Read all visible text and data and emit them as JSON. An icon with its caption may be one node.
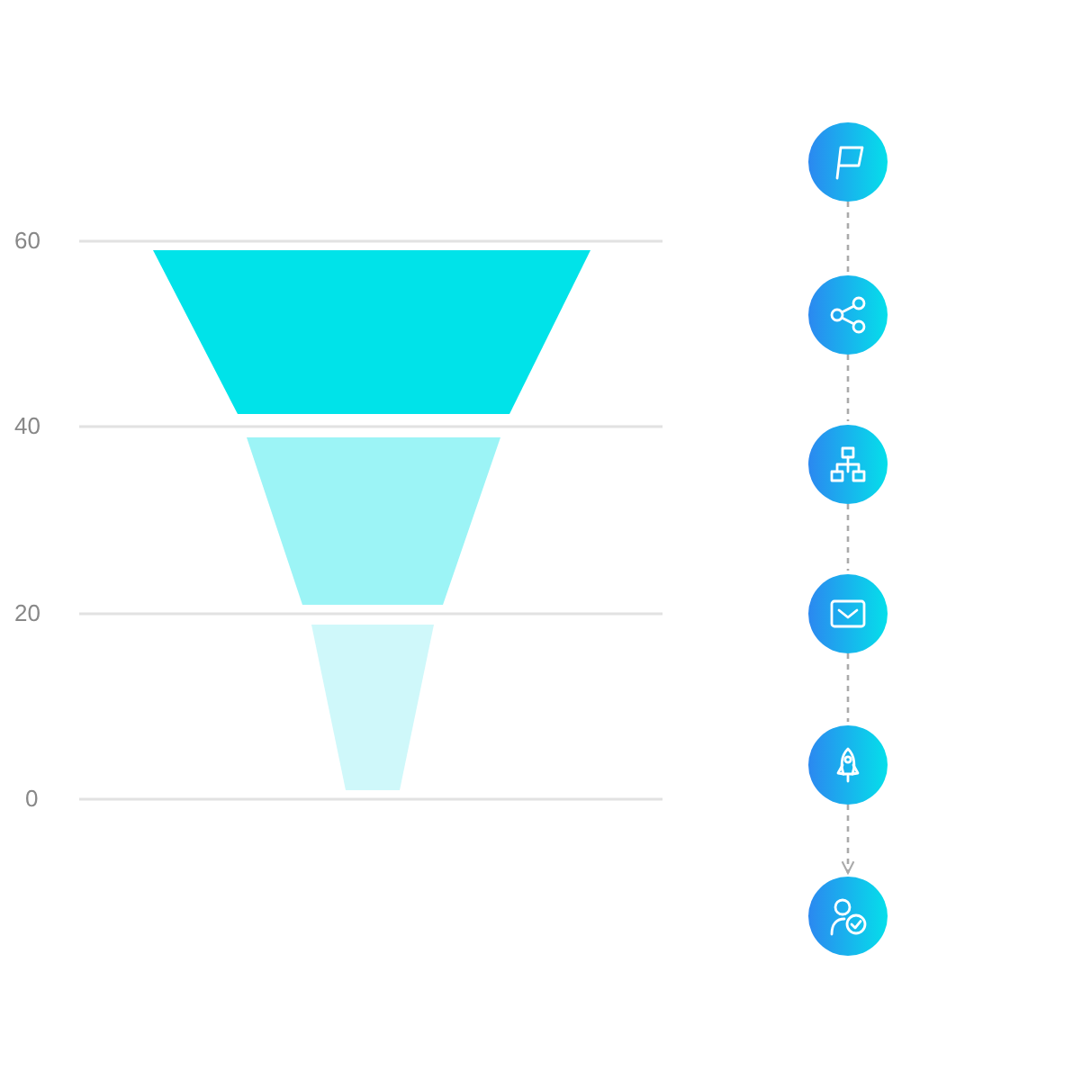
{
  "diagram": {
    "nodes": [
      {
        "text": [],
        "shape": "circle"
      },
      {
        "text": [],
        "shape": "circle"
      },
      {
        "text": [],
        "shape": "circle"
      },
      {
        "text": [],
        "shape": "circle"
      },
      {
        "text": [],
        "shape": "circle"
      },
      {
        "text": [],
        "shape": "circle"
      }
    ],
    "edges": [
      {
        "from": 0,
        "to": 1,
        "arrow": "none",
        "style": "dashed"
      },
      {
        "from": 1,
        "to": 2,
        "arrow": "none",
        "style": "dashed"
      },
      {
        "from": 2,
        "to": 3,
        "arrow": "none",
        "style": "dashed"
      },
      {
        "from": 3,
        "to": 4,
        "arrow": "none",
        "style": "dashed"
      },
      {
        "from": 4,
        "to": 5,
        "arrow": "to",
        "style": "dashed"
      }
    ],
    "labels": [
      "60",
      "40",
      "20",
      "0"
    ]
  }
}
